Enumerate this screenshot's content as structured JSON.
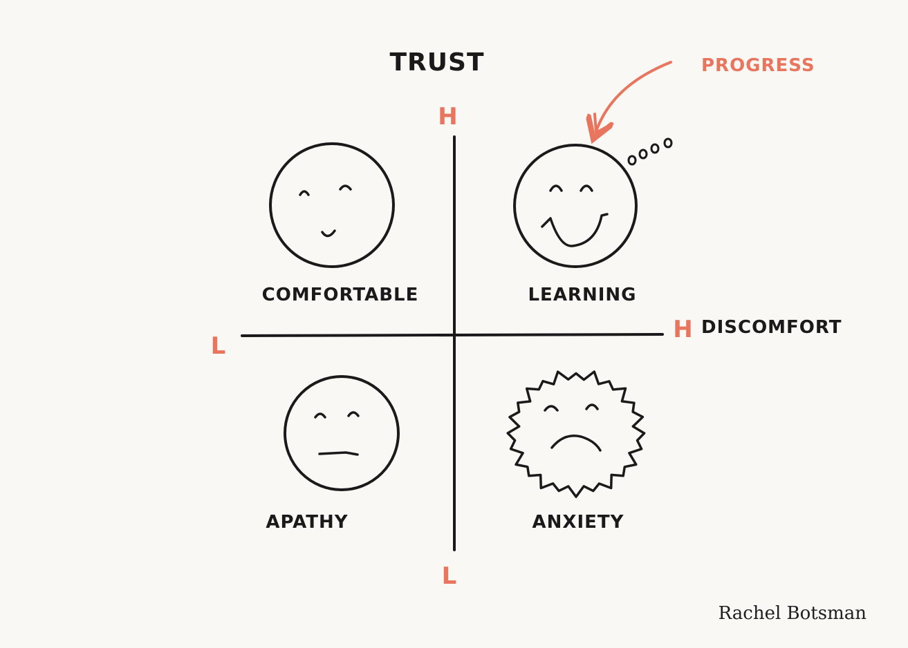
{
  "axes": {
    "vertical_title": "TRUST",
    "vertical_high": "H",
    "vertical_low": "L",
    "horizontal_title": "DISCOMFORT",
    "horizontal_high": "H",
    "horizontal_low": "L"
  },
  "quadrants": {
    "top_left": "COMFORTABLE",
    "top_right": "LEARNING",
    "bottom_left": "APATHY",
    "bottom_right": "ANXIETY"
  },
  "annotation": {
    "label": "PROGRESS"
  },
  "signature": "Rachel Botsman",
  "colors": {
    "ink": "#1a1a1a",
    "accent": "#e8765f",
    "paper": "#faf8f4"
  }
}
